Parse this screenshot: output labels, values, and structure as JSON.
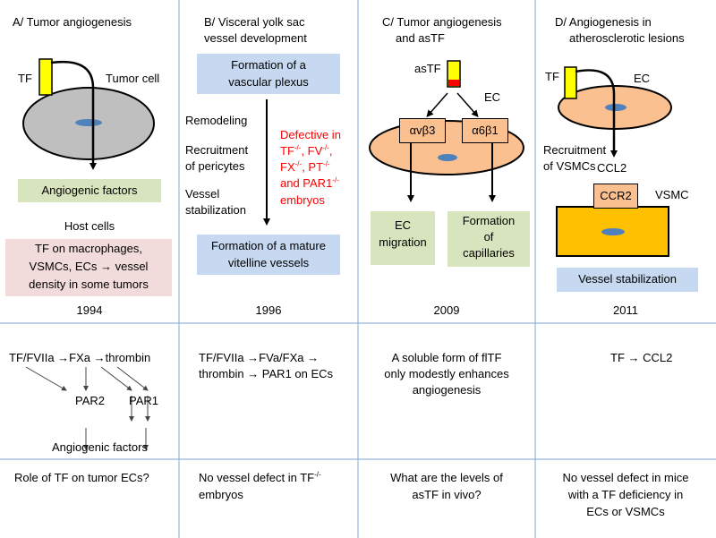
{
  "colors": {
    "grid_line": "#95b3d7",
    "blue_box": "#c6d9f1",
    "green_box": "#d7e4bd",
    "pink_box": "#f2dcdb",
    "tf_yellow": "#ffff00",
    "cell_orange": "#fac090",
    "vsmc_orange": "#ffc000",
    "red_text": "#ff0000"
  },
  "panelA": {
    "title": "A/ Tumor angiogenesis",
    "tf": "TF",
    "cell_label": "Tumor cell",
    "factors": "Angiogenic factors",
    "host": "Host cells",
    "pink_lines": [
      "TF on macrophages,",
      "VSMCs, ECs  →  vessel",
      "density in some tumors"
    ],
    "year": "1994",
    "mech_line1": "TF/FVIIa →FXa →thrombin",
    "par2": "PAR2",
    "par1": "PAR1",
    "angiogenic": "Angiogenic factors",
    "question": "Role of TF on tumor ECs?"
  },
  "panelB": {
    "title_lines": [
      "B/ Visceral yolk sac",
      "vessel development"
    ],
    "plexus_lines": [
      "Formation of a",
      "vascular plexus"
    ],
    "remodeling": "Remodeling",
    "recruitment_lines": [
      "Recruitment",
      "of pericytes"
    ],
    "vessel_lines": [
      "Vessel",
      "stabilization"
    ],
    "defective_line1": "Defective in",
    "defective_line2": "TF-/-, FV-/-,",
    "defective_line3": "FX-/-, PT-/-",
    "defective_line4": "and PAR1-/-",
    "defective_line5": "embryos",
    "mature_lines": [
      "Formation of a mature",
      "vitelline vessels"
    ],
    "year": "1996",
    "mech_lines": [
      "TF/FVIIa →FVa/FXa →",
      "thrombin → PAR1 on ECs"
    ],
    "question_line1": "No vessel defect in TF-/-",
    "question_line2": "embryos"
  },
  "panelC": {
    "title_lines": [
      "C/ Tumor angiogenesis",
      "and asTF"
    ],
    "astf": "asTF",
    "ec": "EC",
    "receptor1": "αvβ3",
    "receptor2": "α6β1",
    "migration_lines": [
      "EC",
      "migration"
    ],
    "capillaries_lines": [
      "Formation",
      "of",
      "capillaries"
    ],
    "year": "2009",
    "mech_lines": [
      "A soluble form of flTF",
      "only modestly enhances",
      "angiogenesis"
    ],
    "question_lines": [
      "What are the levels of",
      "asTF in vivo?"
    ]
  },
  "panelD": {
    "title_lines": [
      "D/ Angiogenesis in",
      "atherosclerotic lesions"
    ],
    "tf": "TF",
    "ec": "EC",
    "recruitment_lines": [
      "Recruitment",
      "of VSMCs"
    ],
    "ccl2": "CCL2",
    "ccr2": "CCR2",
    "vsmc": "VSMC",
    "stabilization": "Vessel stabilization",
    "year": "2011",
    "mech": "TF →   CCL2",
    "question_lines": [
      "No vessel defect in mice",
      "with a TF deficiency in",
      "ECs or VSMCs"
    ]
  }
}
